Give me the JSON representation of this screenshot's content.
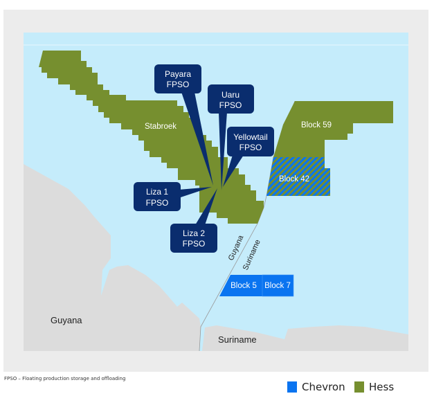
{
  "colors": {
    "panel": "#ececec",
    "water": "#c5ecfb",
    "land": "#dcdcdc",
    "hess": "#768f2f",
    "chevron": "#0a74f0",
    "callout": "#0a2d6e"
  },
  "blocks": {
    "stabroek": "Stabroek",
    "block59": "Block 59",
    "block42": "Block 42",
    "block5": "Block 5",
    "block7": "Block 7"
  },
  "callouts": [
    {
      "line1": "Payara",
      "line2": "FPSO"
    },
    {
      "line1": "Uaru",
      "line2": "FPSO"
    },
    {
      "line1": "Yellowtail",
      "line2": "FPSO"
    },
    {
      "line1": "Liza 1",
      "line2": "FPSO"
    },
    {
      "line1": "Liza 2",
      "line2": "FPSO"
    }
  ],
  "border": {
    "left": "Guyana",
    "right": "Suriname"
  },
  "countries": {
    "guyana": "Guyana",
    "suriname": "Suriname"
  },
  "caption": "FPSO – Floating production storage and offloading",
  "legend": [
    {
      "label": "Chevron",
      "color": "#0a74f0"
    },
    {
      "label": "Hess",
      "color": "#768f2f"
    }
  ]
}
